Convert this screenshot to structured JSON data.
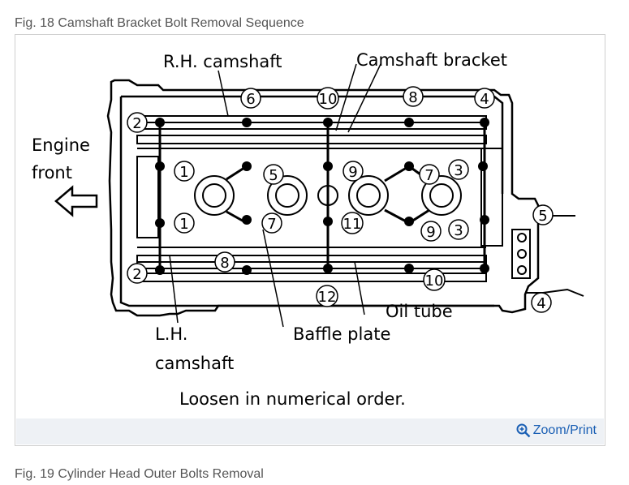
{
  "figure18": {
    "title": "Fig. 18 Camshaft Bracket Bolt Removal Sequence",
    "labels": {
      "rh_camshaft": "R.H. camshaft",
      "camshaft_bracket": "Camshaft bracket",
      "engine": "Engine",
      "front": "front",
      "lh": "L.H.",
      "camshaft": "camshaft",
      "baffle_plate": "Baffle plate",
      "oil_tube": "Oil tube",
      "instruction": "Loosen in numerical order."
    },
    "bolt_numbers": {
      "top_2": "2",
      "top_6": "6",
      "top_10": "10",
      "top_8": "8",
      "top_4": "4",
      "row2_1": "1",
      "row2_5": "5",
      "row2_9": "9",
      "row2_7": "7",
      "row2_3": "3",
      "row3_1": "1",
      "row3_7": "7",
      "row3_11": "11",
      "row3_9": "9",
      "row3_3": "3",
      "bot_2": "2",
      "bot_8": "8",
      "bot_12": "12",
      "bot_10": "10",
      "side_5": "5",
      "side_4": "4"
    },
    "zoom_label": "Zoom/Print"
  },
  "figure19": {
    "title": "Fig. 19 Cylinder Head Outer Bolts Removal"
  },
  "icons": {
    "zoom": "magnifier-plus-icon",
    "arrow": "arrow-left-icon"
  },
  "colors": {
    "link": "#1a5fb4",
    "bar": "#eef1f5",
    "caption": "#555555"
  }
}
